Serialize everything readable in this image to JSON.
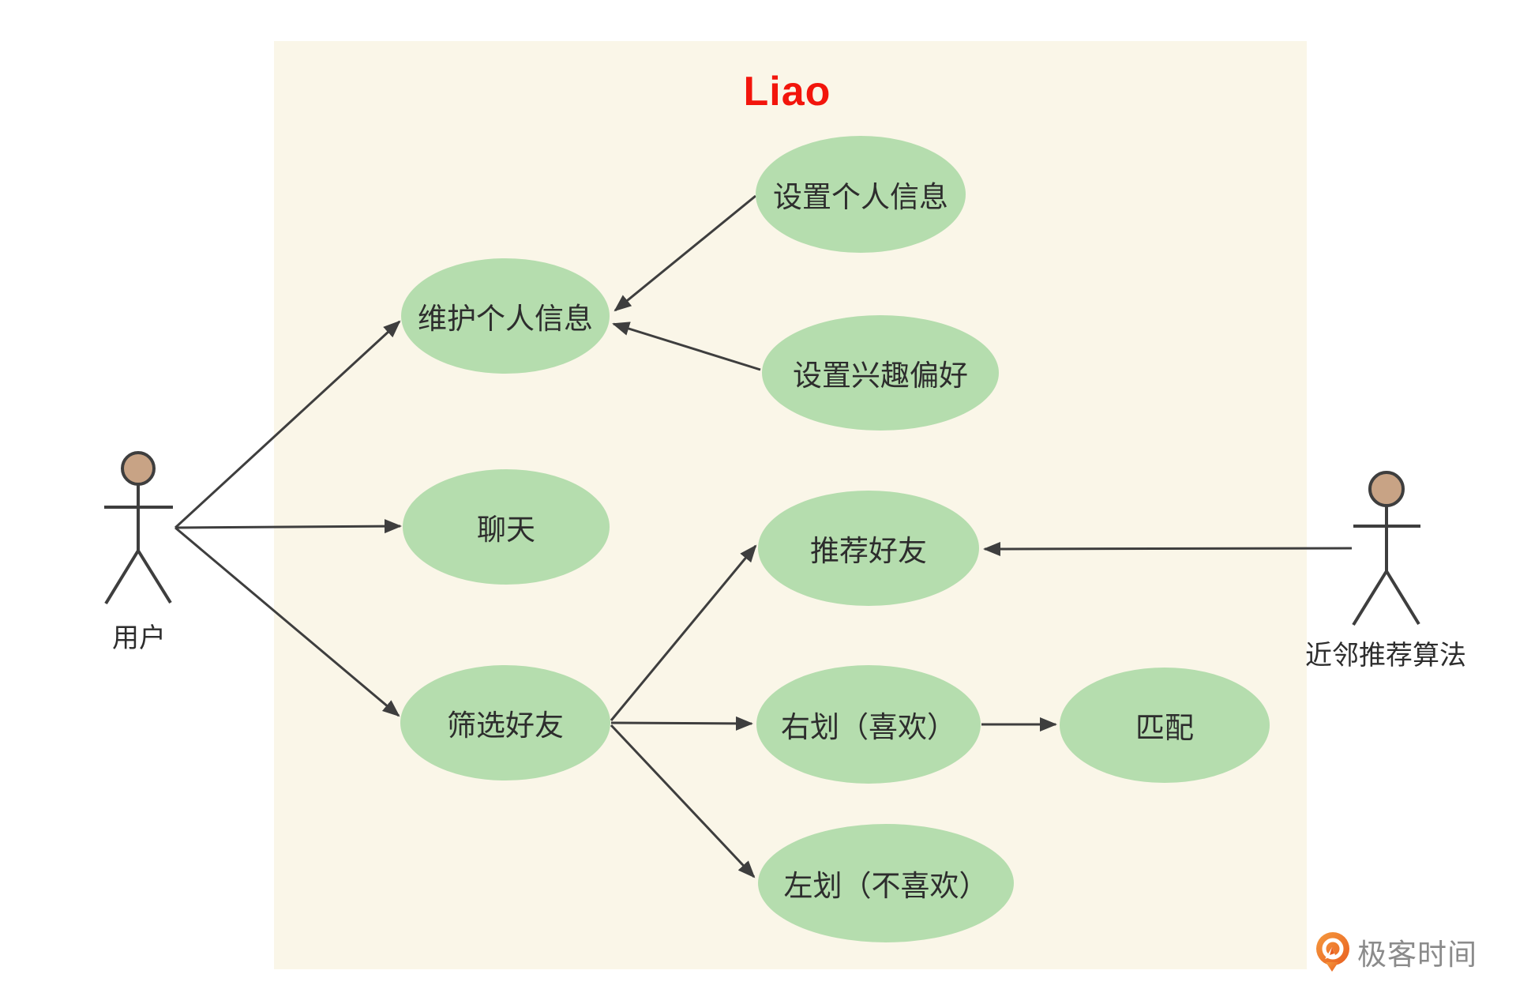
{
  "title": {
    "text": "Liao"
  },
  "actors": {
    "user": {
      "label": "用户"
    },
    "algorithm": {
      "label": "近邻推荐算法"
    }
  },
  "usecases": {
    "set_profile": {
      "label": "设置个人信息"
    },
    "maintain_profile": {
      "label": "维护个人信息"
    },
    "set_interests": {
      "label": "设置兴趣偏好"
    },
    "chat": {
      "label": "聊天"
    },
    "recommend_friends": {
      "label": "推荐好友"
    },
    "filter_friends": {
      "label": "筛选好友"
    },
    "swipe_right": {
      "label": "右划（喜欢）"
    },
    "match": {
      "label": "匹配"
    },
    "swipe_left": {
      "label": "左划（不喜欢）"
    }
  },
  "edges": [
    {
      "from": "user",
      "to": "maintain_profile"
    },
    {
      "from": "user",
      "to": "chat"
    },
    {
      "from": "user",
      "to": "filter_friends"
    },
    {
      "from": "set_profile",
      "to": "maintain_profile"
    },
    {
      "from": "set_interests",
      "to": "maintain_profile"
    },
    {
      "from": "filter_friends",
      "to": "recommend_friends"
    },
    {
      "from": "filter_friends",
      "to": "swipe_right"
    },
    {
      "from": "filter_friends",
      "to": "swipe_left"
    },
    {
      "from": "swipe_right",
      "to": "match"
    },
    {
      "from": "algorithm",
      "to": "recommend_friends"
    }
  ],
  "colors": {
    "canvas": "#ffffff",
    "panel": "#faf6e8",
    "ellipse_fill": "#b5ddae",
    "line_stroke": "#3e3e3e",
    "text": "#2d2d2d",
    "title_red": "#f2150c",
    "actor_head": "#c8a385",
    "logo_orange": "#ee7424",
    "logo_text_gray": "#8b8b8b"
  },
  "watermark": {
    "brand": "极客时间"
  }
}
